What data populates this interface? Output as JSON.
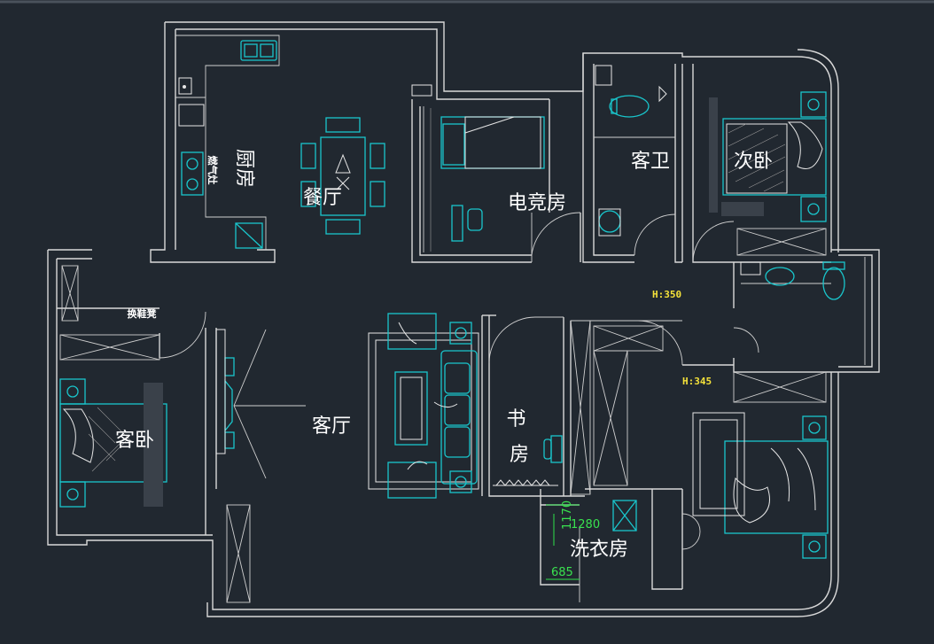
{
  "floorplan": {
    "rooms": {
      "kitchen": "厨房",
      "dining": "餐厅",
      "esports": "电竞房",
      "guest_bath": "客卫",
      "second_bedroom": "次卧",
      "living": "客厅",
      "guest_bedroom": "客卧",
      "study": "书房",
      "laundry": "洗衣房"
    },
    "annotations": {
      "height_1": "H:350",
      "height_2": "H:345",
      "small_label_kitchen": "燃气灶",
      "small_label_closet": "换鞋凳"
    },
    "dimensions": {
      "d1": "1280",
      "d2": "1170",
      "d3": "685"
    }
  },
  "colors": {
    "background": "#212830",
    "walls": "#d9d9d9",
    "furniture": "#19c6cc",
    "dimensions": "#2ee04a",
    "height_marks": "#f5e23a"
  }
}
